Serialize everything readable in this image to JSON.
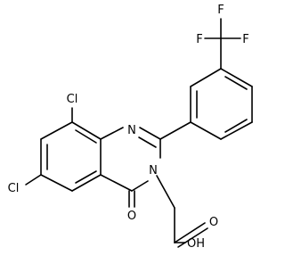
{
  "molecule": {
    "atoms": {
      "cl_top": "Cl",
      "cl_left": "Cl",
      "n1": "N",
      "n3": "N",
      "o_carbonyl": "O",
      "o_hydroxyl": "OH",
      "o_acid": "O",
      "f_left": "F",
      "f_top": "F",
      "f_right": "F"
    }
  }
}
